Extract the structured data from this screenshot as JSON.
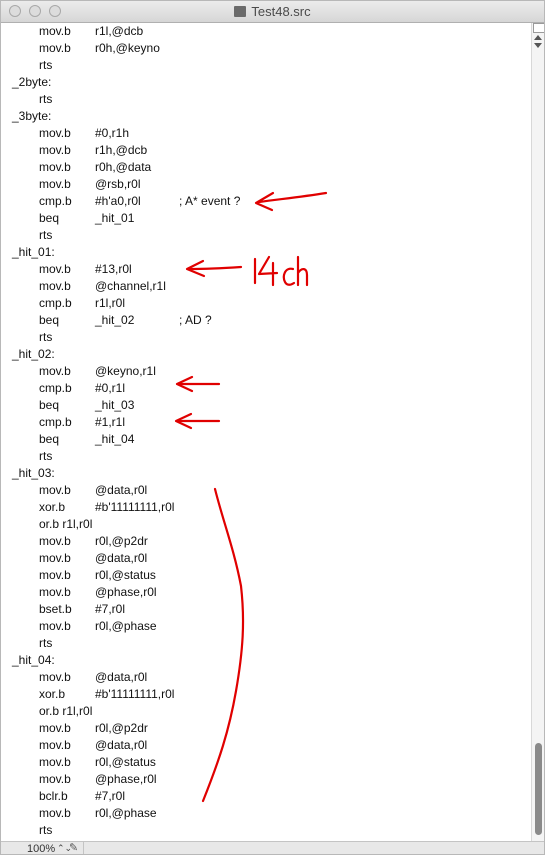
{
  "window": {
    "title": "Test48.src"
  },
  "editor": {
    "lines": [
      {
        "label": "",
        "mnemonic": "mov.b",
        "operands": "r1l,@dcb",
        "comment": ""
      },
      {
        "label": "",
        "mnemonic": "mov.b",
        "operands": "r0h,@keyno",
        "comment": ""
      },
      {
        "label": "",
        "mnemonic": "rts",
        "operands": "",
        "comment": ""
      },
      {
        "label": "_2byte:",
        "mnemonic": "",
        "operands": "",
        "comment": ""
      },
      {
        "label": "",
        "mnemonic": "rts",
        "operands": "",
        "comment": ""
      },
      {
        "label": "_3byte:",
        "mnemonic": "",
        "operands": "",
        "comment": ""
      },
      {
        "label": "",
        "mnemonic": "mov.b",
        "operands": "#0,r1h",
        "comment": ""
      },
      {
        "label": "",
        "mnemonic": "mov.b",
        "operands": "r1h,@dcb",
        "comment": ""
      },
      {
        "label": "",
        "mnemonic": "mov.b",
        "operands": "r0h,@data",
        "comment": ""
      },
      {
        "label": "",
        "mnemonic": "mov.b",
        "operands": "@rsb,r0l",
        "comment": ""
      },
      {
        "label": "",
        "mnemonic": "cmp.b",
        "operands": "#h'a0,r0l",
        "comment": "; A* event ?"
      },
      {
        "label": "",
        "mnemonic": "beq",
        "operands": "_hit_01",
        "comment": ""
      },
      {
        "label": "",
        "mnemonic": "rts",
        "operands": "",
        "comment": ""
      },
      {
        "label": "_hit_01:",
        "mnemonic": "",
        "operands": "",
        "comment": ""
      },
      {
        "label": "",
        "mnemonic": "mov.b",
        "operands": "#13,r0l",
        "comment": ""
      },
      {
        "label": "",
        "mnemonic": "mov.b",
        "operands": "@channel,r1l",
        "comment": ""
      },
      {
        "label": "",
        "mnemonic": "cmp.b",
        "operands": "r1l,r0l",
        "comment": ""
      },
      {
        "label": "",
        "mnemonic": "beq",
        "operands": "_hit_02",
        "comment": "; AD ?"
      },
      {
        "label": "",
        "mnemonic": "rts",
        "operands": "",
        "comment": ""
      },
      {
        "label": "_hit_02:",
        "mnemonic": "",
        "operands": "",
        "comment": ""
      },
      {
        "label": "",
        "mnemonic": "mov.b",
        "operands": "@keyno,r1l",
        "comment": ""
      },
      {
        "label": "",
        "mnemonic": "cmp.b",
        "operands": "#0,r1l",
        "comment": ""
      },
      {
        "label": "",
        "mnemonic": "beq",
        "operands": "_hit_03",
        "comment": ""
      },
      {
        "label": "",
        "mnemonic": "cmp.b",
        "operands": "#1,r1l",
        "comment": ""
      },
      {
        "label": "",
        "mnemonic": "beq",
        "operands": "_hit_04",
        "comment": ""
      },
      {
        "label": "",
        "mnemonic": "rts",
        "operands": "",
        "comment": ""
      },
      {
        "label": "_hit_03:",
        "mnemonic": "",
        "operands": "",
        "comment": ""
      },
      {
        "label": "",
        "mnemonic": "mov.b",
        "operands": "@data,r0l",
        "comment": ""
      },
      {
        "label": "",
        "mnemonic": "xor.b",
        "operands": "#b'11111111,r0l",
        "comment": ""
      },
      {
        "label": "",
        "mnemonic": "or.b r1l,r0l",
        "operands": "",
        "comment": ""
      },
      {
        "label": "",
        "mnemonic": "mov.b",
        "operands": "r0l,@p2dr",
        "comment": ""
      },
      {
        "label": "",
        "mnemonic": "mov.b",
        "operands": "@data,r0l",
        "comment": ""
      },
      {
        "label": "",
        "mnemonic": "mov.b",
        "operands": "r0l,@status",
        "comment": ""
      },
      {
        "label": "",
        "mnemonic": "mov.b",
        "operands": "@phase,r0l",
        "comment": ""
      },
      {
        "label": "",
        "mnemonic": "bset.b",
        "operands": "#7,r0l",
        "comment": ""
      },
      {
        "label": "",
        "mnemonic": "mov.b",
        "operands": "r0l,@phase",
        "comment": ""
      },
      {
        "label": "",
        "mnemonic": "rts",
        "operands": "",
        "comment": ""
      },
      {
        "label": "_hit_04:",
        "mnemonic": "",
        "operands": "",
        "comment": ""
      },
      {
        "label": "",
        "mnemonic": "mov.b",
        "operands": "@data,r0l",
        "comment": ""
      },
      {
        "label": "",
        "mnemonic": "xor.b",
        "operands": "#b'11111111,r0l",
        "comment": ""
      },
      {
        "label": "",
        "mnemonic": "or.b r1l,r0l",
        "operands": "",
        "comment": ""
      },
      {
        "label": "",
        "mnemonic": "mov.b",
        "operands": "r0l,@p2dr",
        "comment": ""
      },
      {
        "label": "",
        "mnemonic": "mov.b",
        "operands": "@data,r0l",
        "comment": ""
      },
      {
        "label": "",
        "mnemonic": "mov.b",
        "operands": "r0l,@status",
        "comment": ""
      },
      {
        "label": "",
        "mnemonic": "mov.b",
        "operands": "@phase,r0l",
        "comment": ""
      },
      {
        "label": "",
        "mnemonic": "bclr.b",
        "operands": "#7,r0l",
        "comment": ""
      },
      {
        "label": "",
        "mnemonic": "mov.b",
        "operands": "r0l,@phase",
        "comment": ""
      },
      {
        "label": "",
        "mnemonic": "rts",
        "operands": "",
        "comment": ""
      }
    ]
  },
  "annotations": {
    "color": "#e00000",
    "handwritten_text": "14ch"
  },
  "statusbar": {
    "zoom": "100%",
    "stepper_icon": "stepper-icon",
    "edit_icon": "pencil-icon"
  },
  "icons": {
    "document": "document-icon"
  }
}
